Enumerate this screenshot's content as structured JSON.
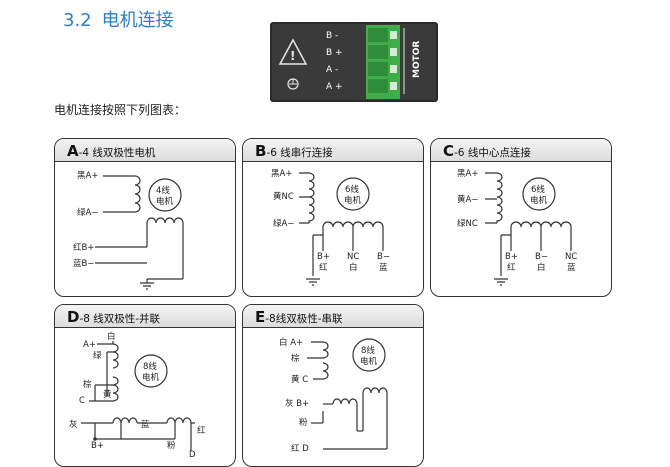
{
  "section": {
    "number": "3.2",
    "title": "电机连接"
  },
  "intro": "电机连接按照下列图表：",
  "terminal": {
    "pins": [
      "B -",
      "B +",
      "A -",
      "A +"
    ],
    "label": "MOTOR"
  },
  "panels": {
    "a": {
      "letter": "A",
      "subtitle": "-4 线双极性电机",
      "wires": [
        "黑A+",
        "绿A−",
        "红B+",
        "蓝B−"
      ],
      "motor": [
        "4线",
        "电机"
      ]
    },
    "b": {
      "letter": "B",
      "subtitle": "-6 线串行连接",
      "wires": [
        "黑A+",
        "黄NC",
        "绿A−"
      ],
      "motor": [
        "6线",
        "电机"
      ],
      "bottom": [
        [
          "B+",
          "红"
        ],
        [
          "NC",
          "白"
        ],
        [
          "B−",
          "蓝"
        ]
      ]
    },
    "c": {
      "letter": "C",
      "subtitle": "-6 线中心点连接",
      "wires": [
        "黑A+",
        "黄A−",
        "绿NC"
      ],
      "motor": [
        "6线",
        "电机"
      ],
      "bottom": [
        [
          "B+",
          "红"
        ],
        [
          "B−",
          "白"
        ],
        [
          "NC",
          "蓝"
        ]
      ]
    },
    "d": {
      "letter": "D",
      "subtitle": "-8 线双极性-并联",
      "labels": {
        "a_plus": "A+",
        "white": "白",
        "green": "绿",
        "brown": "棕",
        "yellow": "黄",
        "c": "C",
        "gray": "灰",
        "b_plus": "B+",
        "blue": "蓝",
        "pink": "粉",
        "red": "红",
        "d": "D"
      },
      "motor": [
        "8线",
        "电机"
      ]
    },
    "e": {
      "letter": "E",
      "subtitle": "-8线双极性-串联",
      "labels": {
        "wa": "白 A+",
        "brown": "棕",
        "yellow": "黄 C",
        "gb": "灰 B+",
        "pink": "粉",
        "rd": "红 D"
      },
      "motor": [
        "8线",
        "电机"
      ]
    }
  }
}
